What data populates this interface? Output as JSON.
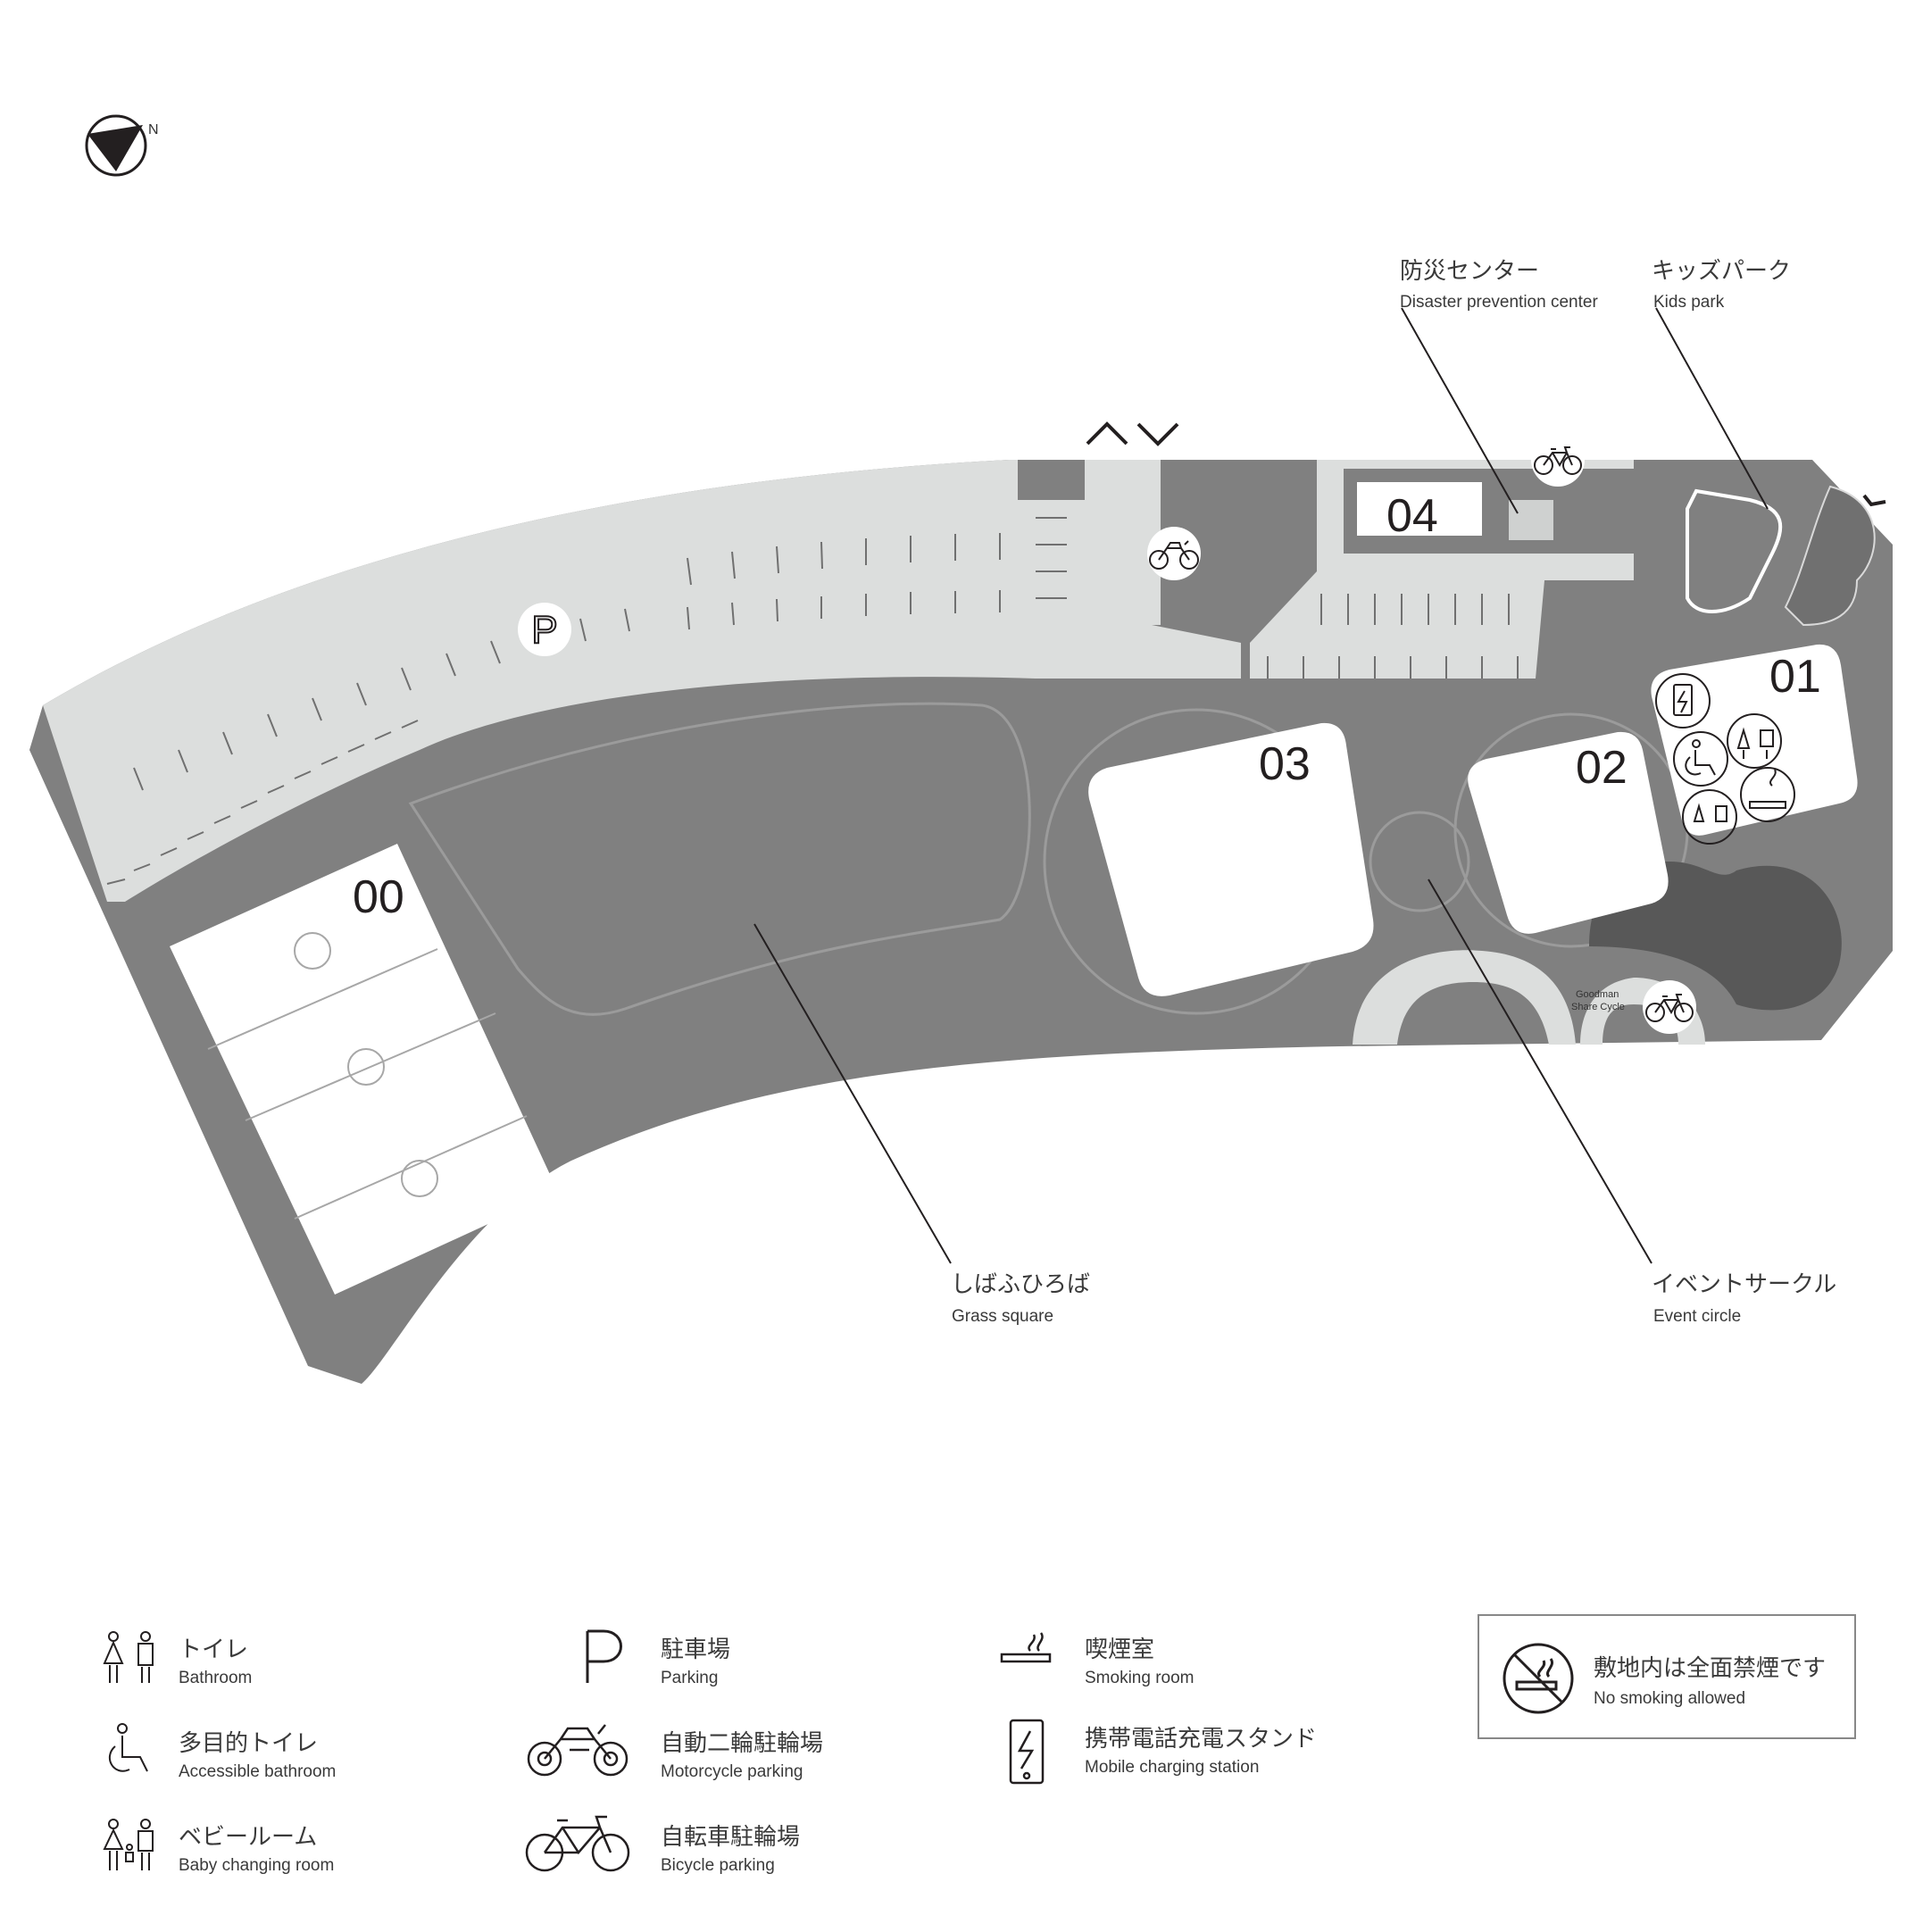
{
  "compass": {
    "label": "N"
  },
  "areas": {
    "a00": "00",
    "a01": "01",
    "a02": "02",
    "a03": "03",
    "a04": "04"
  },
  "callouts": {
    "disaster": {
      "jp": "防災センター",
      "en": "Disaster prevention center"
    },
    "kids": {
      "jp": "キッズパーク",
      "en": "Kids park"
    },
    "grass": {
      "jp": "しばふひろば",
      "en": "Grass square"
    },
    "event": {
      "jp": "イベントサークル",
      "en": "Event circle"
    }
  },
  "share_cycle": {
    "line1": "Goodman",
    "line2": "Share Cycle"
  },
  "parking_symbol": "P",
  "legend": {
    "bathroom": {
      "jp": "トイレ",
      "en": "Bathroom",
      "icon": "restroom-icon"
    },
    "accessible": {
      "jp": "多目的トイレ",
      "en": "Accessible bathroom",
      "icon": "wheelchair-icon"
    },
    "baby": {
      "jp": "ベビールーム",
      "en": "Baby changing room",
      "icon": "baby-changing-icon"
    },
    "parking": {
      "jp": "駐車場",
      "en": "Parking",
      "icon": "parking-icon",
      "symbol": "P"
    },
    "motorcycle": {
      "jp": "自動二輪駐輪場",
      "en": "Motorcycle parking",
      "icon": "motorcycle-icon"
    },
    "bicycle": {
      "jp": "自転車駐輪場",
      "en": "Bicycle parking",
      "icon": "bicycle-icon"
    },
    "smoking": {
      "jp": "喫煙室",
      "en": "Smoking room",
      "icon": "smoking-icon"
    },
    "charging": {
      "jp": "携帯電話充電スタンド",
      "en": "Mobile charging station",
      "icon": "mobile-charging-icon"
    },
    "nosmoking": {
      "jp": "敷地内は全面禁煙です",
      "en": "No smoking allowed",
      "icon": "no-smoking-icon"
    }
  },
  "colors": {
    "ground": "#808080",
    "parking_lot": "#dcdedd",
    "building": "#ffffff",
    "pond": "#585858",
    "line": "#231f20"
  }
}
